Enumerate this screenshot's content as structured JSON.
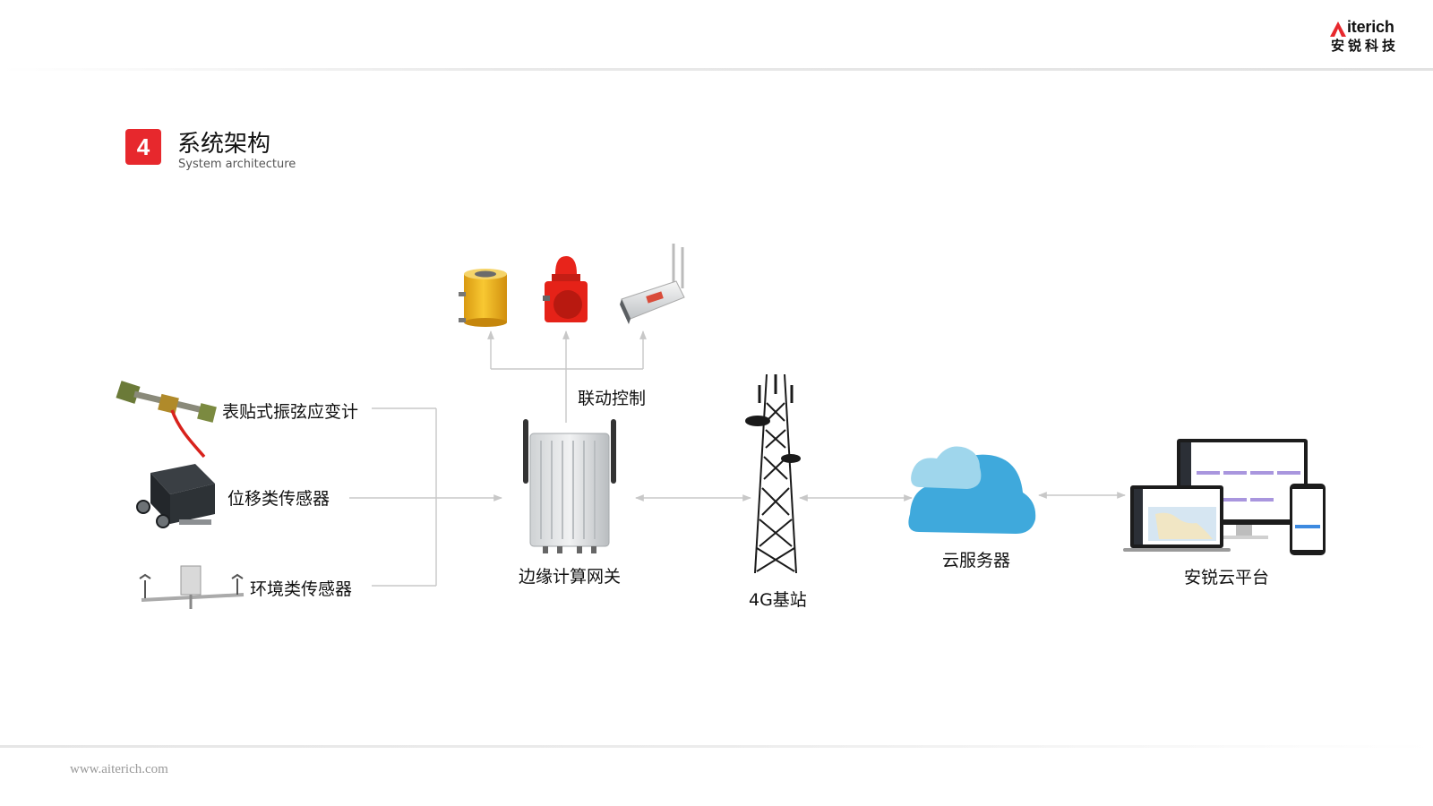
{
  "header": {
    "logo_en": "iterich",
    "logo_cn": "安锐科技"
  },
  "section": {
    "number": "4",
    "title": "系统架构",
    "subtitle": "System architecture"
  },
  "sensors": [
    {
      "label": "表贴式振弦应变计",
      "icon": "strain-gauge-icon"
    },
    {
      "label": "位移类传感器",
      "icon": "displacement-sensor-icon"
    },
    {
      "label": "环境类传感器",
      "icon": "weather-station-icon"
    }
  ],
  "control": {
    "label": "联动控制",
    "devices": [
      {
        "icon": "hydraulic-jack-icon"
      },
      {
        "icon": "alarm-siren-icon"
      },
      {
        "icon": "camera-icon"
      }
    ]
  },
  "nodes": {
    "gateway": "边缘计算网关",
    "tower": "4G基站",
    "cloud": "云服务器",
    "platform": "安锐云平台"
  },
  "colors": {
    "accent": "#e7282d",
    "arrow": "#c8c8c8",
    "cloud_front": "#3fa9dc",
    "cloud_back": "#9fd6ec"
  },
  "footer": {
    "url": "www.aiterich.com"
  }
}
